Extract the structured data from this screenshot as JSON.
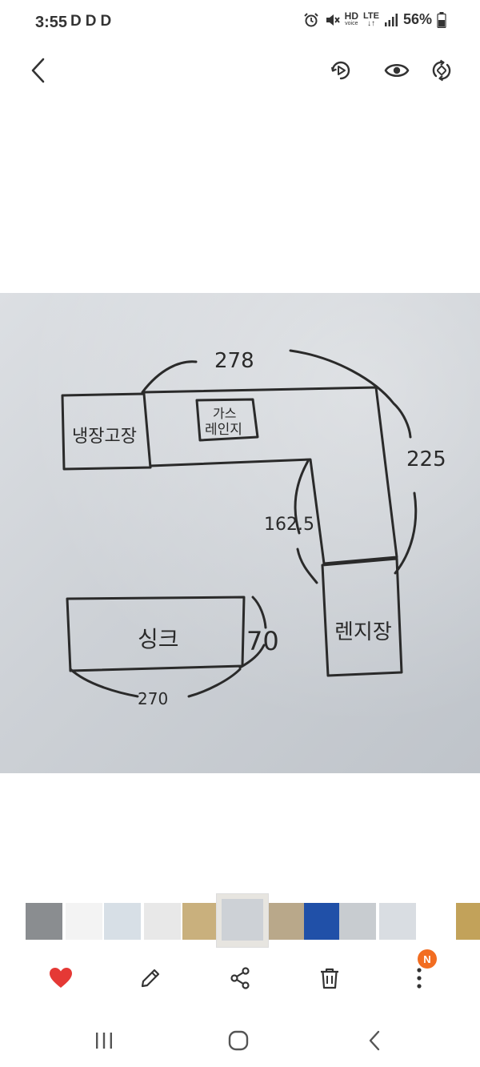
{
  "status": {
    "time": "3:55",
    "app_icons": [
      "D",
      "D",
      "D"
    ],
    "network_hd": "HD",
    "network_voice": "voice",
    "network_lte": "LTE",
    "network_arrows": "↓↑",
    "battery": "56%"
  },
  "toolbar": {
    "back_icon": "chevron-left-icon",
    "actions": [
      "motion-play-icon",
      "eye-icon",
      "rotate-icon"
    ]
  },
  "sketch": {
    "top_length": "278",
    "right_length": "225",
    "inner_length": "162.5",
    "sink_depth": "70",
    "sink_length": "270",
    "fridge_label": "냉장고장",
    "stove_label_line1": "가스",
    "stove_label_line2": "레인지",
    "sink_label": "싱크",
    "range_cabinet_label": "렌지장"
  },
  "thumbnails": {
    "count": 12,
    "selected_index": 5,
    "colors": [
      "#8a8d90",
      "#f3f3f3",
      "#d7dfe6",
      "#e8e8e8",
      "#c9b07d",
      "#e7e5e0",
      "#b9a88a",
      "#2050a8",
      "#c8ccd0",
      "#d9dde2",
      "#ffffff",
      "#c2a25a"
    ]
  },
  "actions": {
    "items": [
      "heart-icon",
      "edit-icon",
      "share-icon",
      "delete-icon",
      "more-icon"
    ],
    "more_badge": "N"
  },
  "navigation": {
    "items": [
      "recent-apps-icon",
      "home-icon",
      "back-icon"
    ]
  }
}
